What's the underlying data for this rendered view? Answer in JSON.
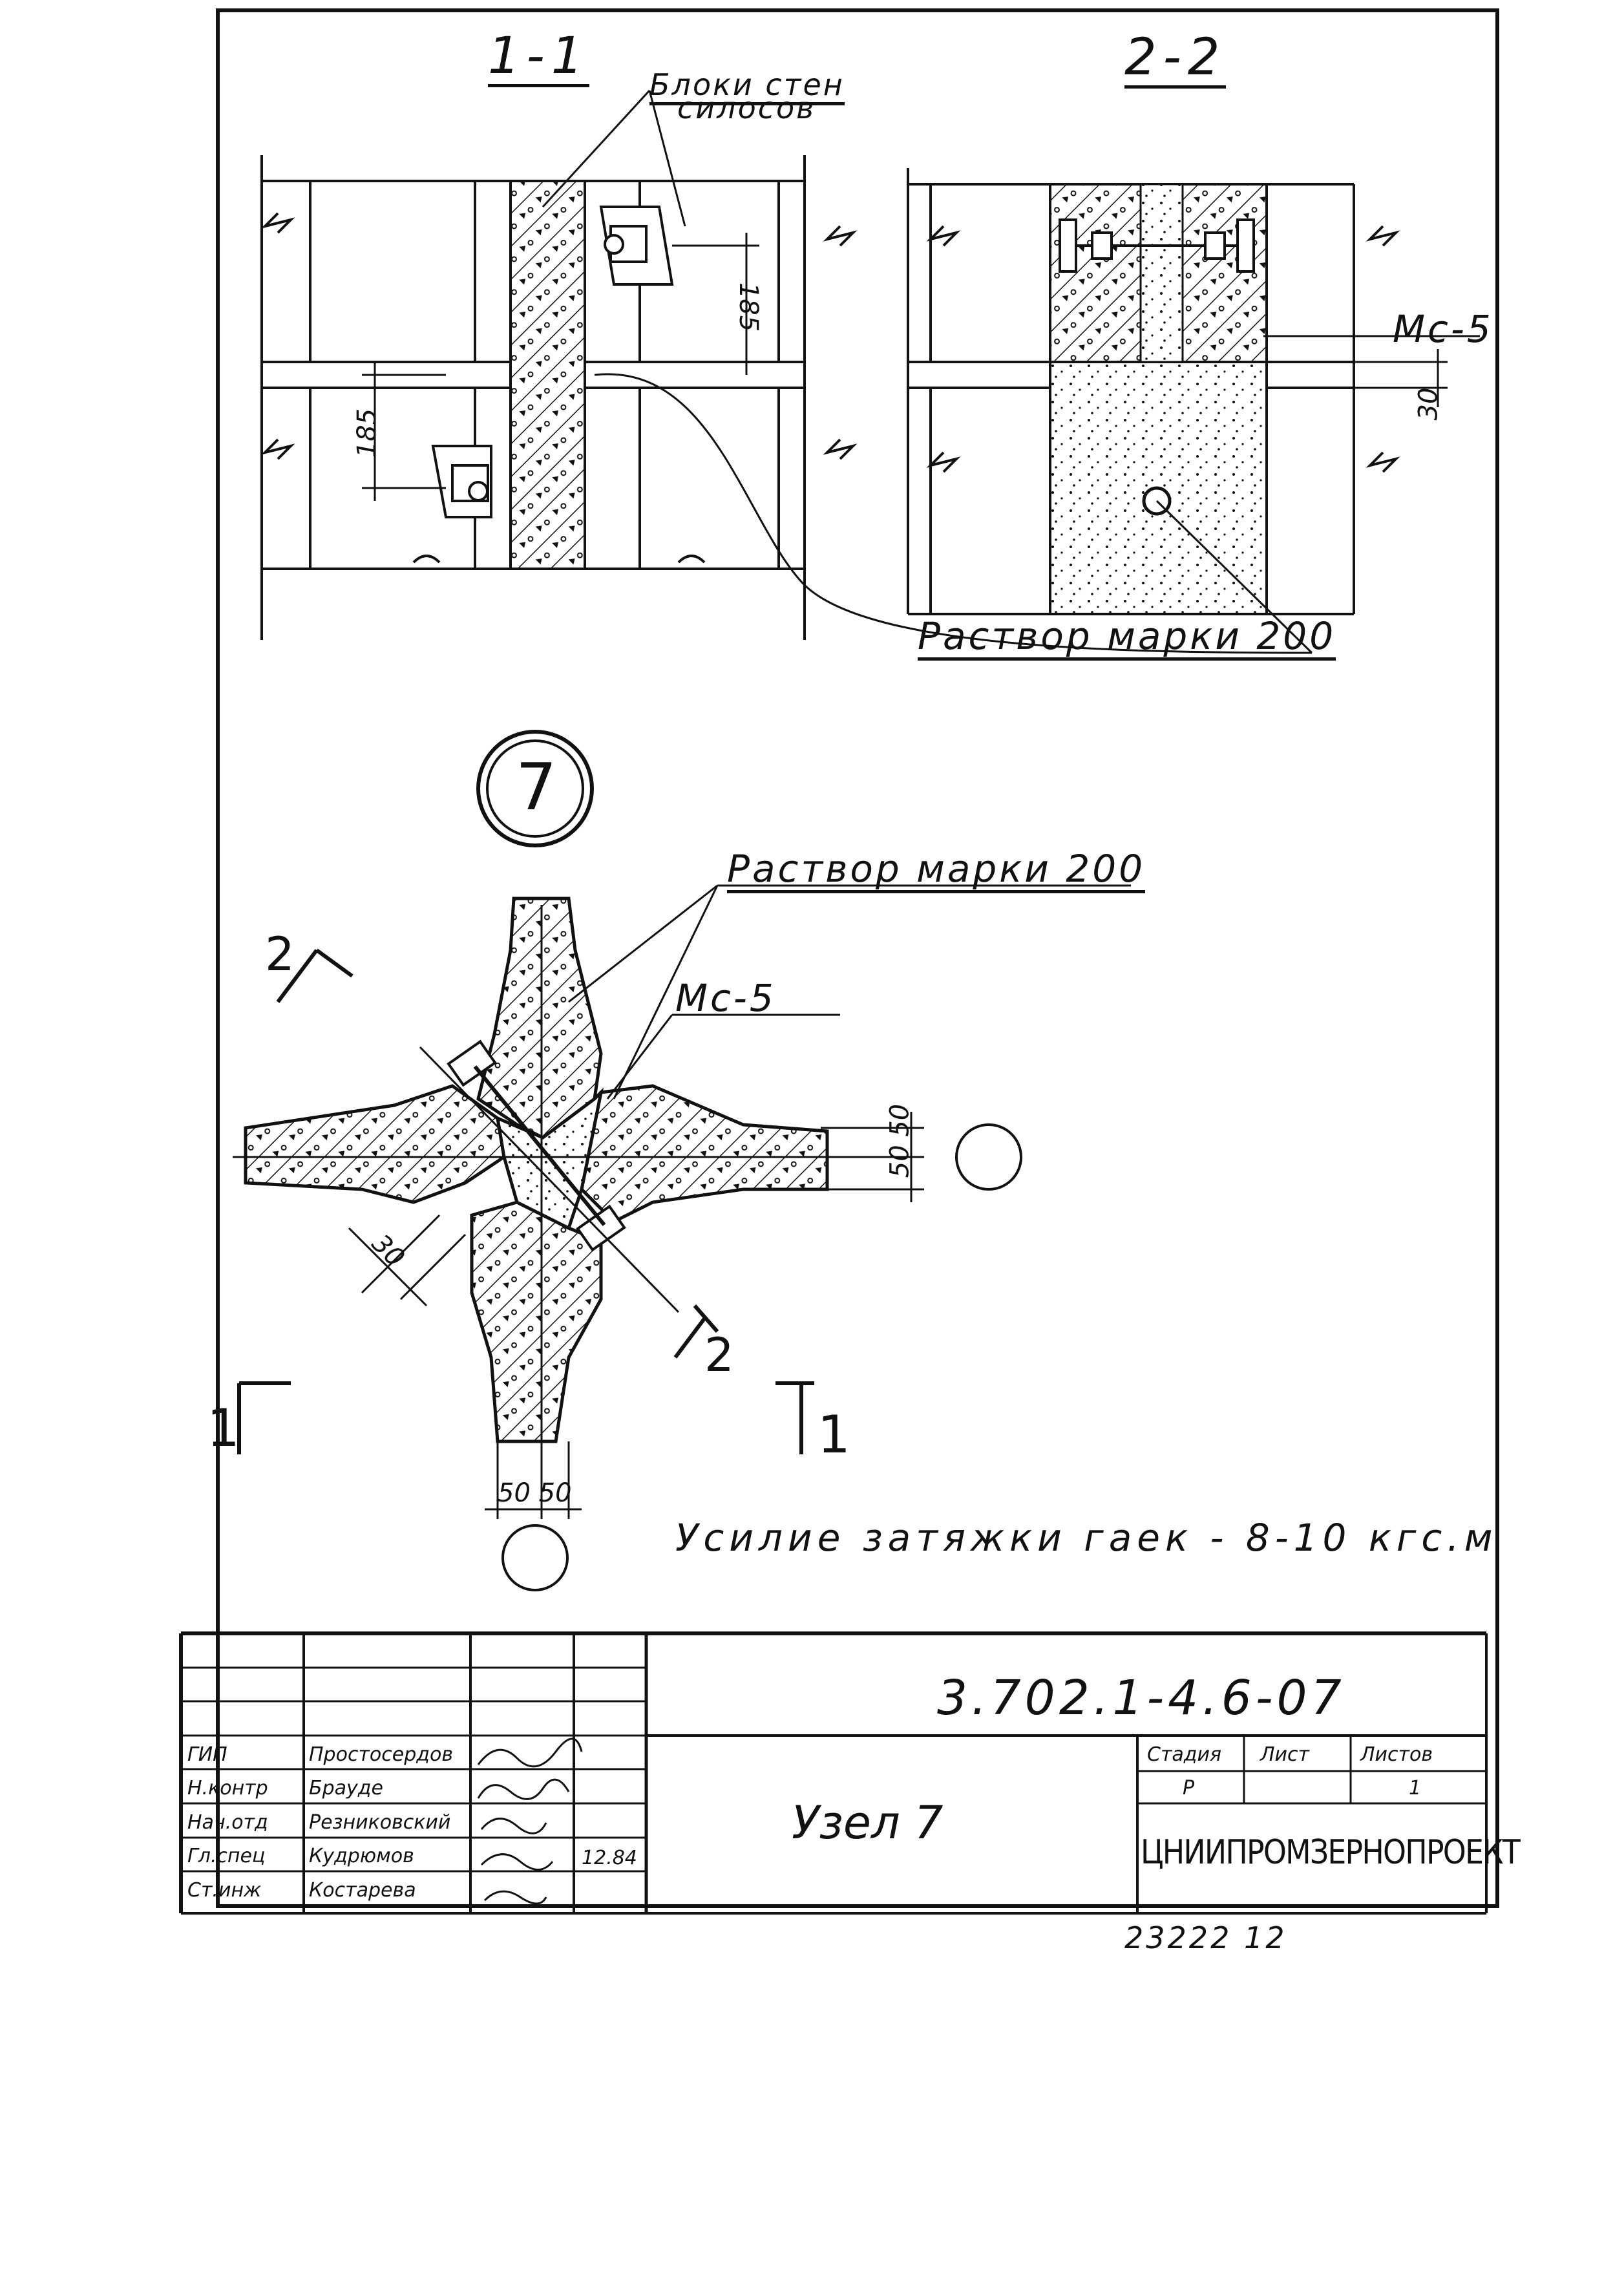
{
  "section_1": {
    "title": "1-1",
    "label_blocks_line1": "Блоки стен",
    "label_blocks_line2": "силосов",
    "dim_upper": "185",
    "dim_lower": "185"
  },
  "section_2": {
    "title": "2-2",
    "label_ms5": "Мс-5",
    "dim_30": "30"
  },
  "mortar_label_top": "Раствор марки 200",
  "node": {
    "number": "7",
    "mortar_label": "Раствор марки 200",
    "ms5_label": "Мс-5",
    "dim_right": "50 50",
    "dim_bottom": "50 50",
    "dim_30": "30",
    "cut_1_left": "1",
    "cut_1_right": "1",
    "cut_2_top": "2",
    "cut_2_bottom": "2",
    "note": "Усилие затяжки гаек - 8-10 кгс.м"
  },
  "title_block": {
    "doc_code": "3.702.1-4.6-07",
    "sheet_title": "Узел 7",
    "stage_label": "Стадия",
    "sheet_label": "Лист",
    "sheets_label": "Листов",
    "stage_value": "Р",
    "sheets_value": "1",
    "organization": "ЦНИИПРОМЗЕРНОПРОЕКТ",
    "date": "12.84",
    "signatures": [
      {
        "role": "ГИП",
        "name": "Простосердов"
      },
      {
        "role": "Н.контр",
        "name": "Брауде"
      },
      {
        "role": "Нач.отд",
        "name": "Резниковский"
      },
      {
        "role": "Гл.спец",
        "name": "Кудрюмов"
      },
      {
        "role": "Ст.инж",
        "name": "Костарева"
      }
    ],
    "archive_number": "23222 12"
  }
}
